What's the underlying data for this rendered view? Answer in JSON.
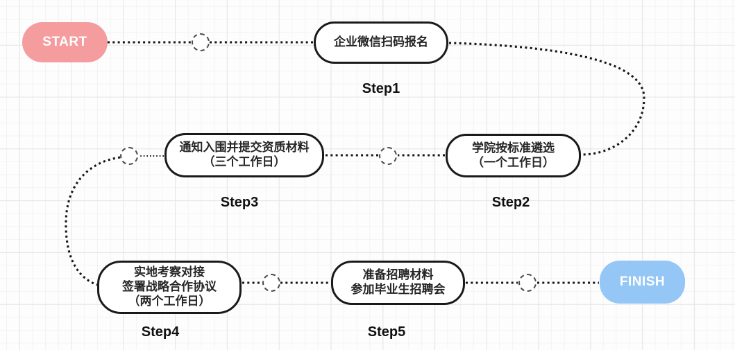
{
  "diagram": {
    "type": "flowchart",
    "colors": {
      "start_fill": "#f59c9e",
      "finish_fill": "#94c6f6",
      "node_border": "#1a1a1a",
      "edge_dots": "#161616",
      "node_text": "#262626",
      "background": "#fdfdfd",
      "grid_line": "#e6e6e6"
    },
    "terminals": {
      "start": {
        "label": "START"
      },
      "finish": {
        "label": "FINISH"
      }
    },
    "steps": [
      {
        "caption": "Step1",
        "lines": [
          "企业微信扫码报名"
        ]
      },
      {
        "caption": "Step2",
        "lines": [
          "学院按标准遴选",
          "（一个工作日）"
        ]
      },
      {
        "caption": "Step3",
        "lines": [
          "通知入围并提交资质材料",
          "（三个工作日）"
        ]
      },
      {
        "caption": "Step4",
        "lines": [
          "实地考察对接",
          "签署战略合作协议",
          "（两个工作日）"
        ]
      },
      {
        "caption": "Step5",
        "lines": [
          "准备招聘材料",
          "参加毕业生招聘会"
        ]
      }
    ]
  }
}
